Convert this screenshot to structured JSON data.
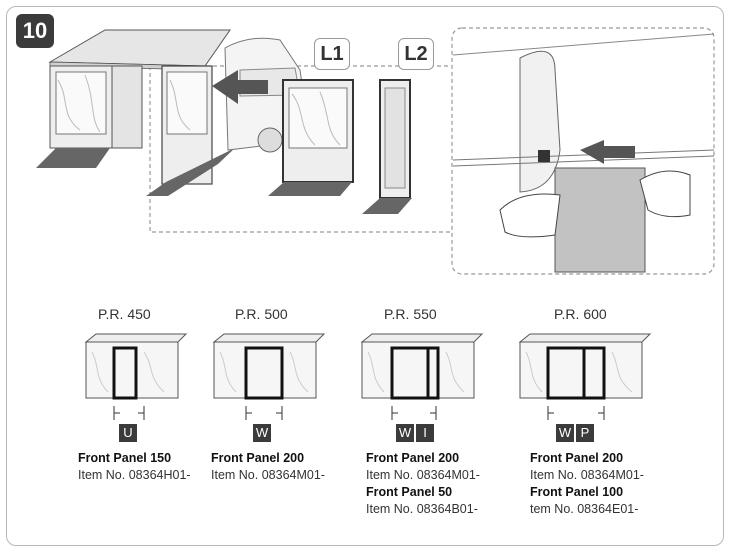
{
  "step": "10",
  "labels": {
    "l1": "L1",
    "l2": "L2"
  },
  "variants": [
    {
      "pr": "P.R. 450",
      "badges": [
        "U"
      ],
      "lines": [
        {
          "t": "b",
          "v": "Front Panel 150"
        },
        {
          "t": "n",
          "v": "Item No. 08364H01-"
        }
      ]
    },
    {
      "pr": "P.R. 500",
      "badges": [
        "W"
      ],
      "lines": [
        {
          "t": "b",
          "v": "Front Panel 200"
        },
        {
          "t": "n",
          "v": "Item No. 08364M01-"
        }
      ]
    },
    {
      "pr": "P.R. 550",
      "badges": [
        "W",
        "I"
      ],
      "lines": [
        {
          "t": "b",
          "v": "Front Panel 200"
        },
        {
          "t": "n",
          "v": "Item No. 08364M01-"
        },
        {
          "t": "b",
          "v": "Front Panel 50"
        },
        {
          "t": "n",
          "v": "Item No. 08364B01-"
        }
      ]
    },
    {
      "pr": "P.R. 600",
      "badges": [
        "W",
        "P"
      ],
      "lines": [
        {
          "t": "b",
          "v": "Front Panel 200"
        },
        {
          "t": "n",
          "v": "Item No. 08364M01-"
        },
        {
          "t": "b",
          "v": "Front Panel 100"
        },
        {
          "t": "n",
          "v": "tem No. 08364E01-"
        }
      ]
    }
  ]
}
